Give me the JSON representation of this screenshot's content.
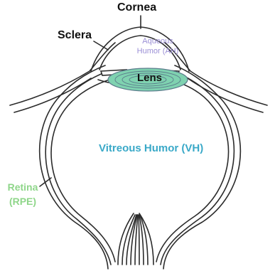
{
  "diagram": {
    "labels": {
      "cornea": "Cornea",
      "sclera": "Sclera",
      "aqueous_line1": "Aqueous",
      "aqueous_line2": "Humor (AH)",
      "lens": "Lens",
      "vitreous": "Vitreous Humor (VH)",
      "retina_line1": "Retina",
      "retina_line2": "(RPE)"
    },
    "colors": {
      "label_dark": "#111111",
      "aqueous": "#9b8fd6",
      "vitreous": "#3aa9c8",
      "retina": "#8fd68a",
      "lens_fill": "#7fd2b0",
      "lens_rings": "#5b7c8c",
      "outline": "#2b2b2b"
    }
  }
}
